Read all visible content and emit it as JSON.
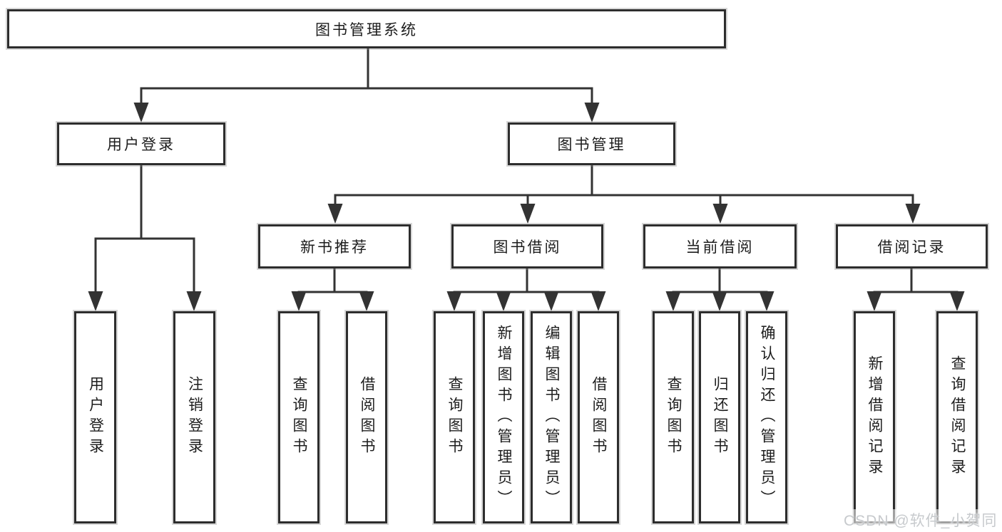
{
  "tree": {
    "root": {
      "label": "图书管理系统",
      "children": [
        {
          "label": "用户登录",
          "children": [
            {
              "label": "用户登录"
            },
            {
              "label": "注销登录"
            }
          ]
        },
        {
          "label": "图书管理",
          "children": [
            {
              "label": "新书推荐",
              "children": [
                {
                  "label": "查询图书"
                },
                {
                  "label": "借阅图书"
                }
              ]
            },
            {
              "label": "图书借阅",
              "children": [
                {
                  "label": "查询图书"
                },
                {
                  "label": "新增图书（管理员）"
                },
                {
                  "label": "编辑图书（管理员）"
                },
                {
                  "label": "借阅图书"
                }
              ]
            },
            {
              "label": "当前借阅",
              "children": [
                {
                  "label": "查询图书"
                },
                {
                  "label": "归还图书"
                },
                {
                  "label": "确认归还（管理员）"
                }
              ]
            },
            {
              "label": "借阅记录",
              "children": [
                {
                  "label": "新增借阅记录"
                },
                {
                  "label": "查询借阅记录"
                }
              ]
            }
          ]
        }
      ]
    }
  },
  "watermark": {
    "text": "CSDN @软件_小贺同学"
  },
  "colors": {
    "line": "#333333",
    "box_border": "#2d2d2d",
    "text": "#1d1d1d",
    "background": "#ffffff",
    "watermark_text": "#c7cacd"
  }
}
